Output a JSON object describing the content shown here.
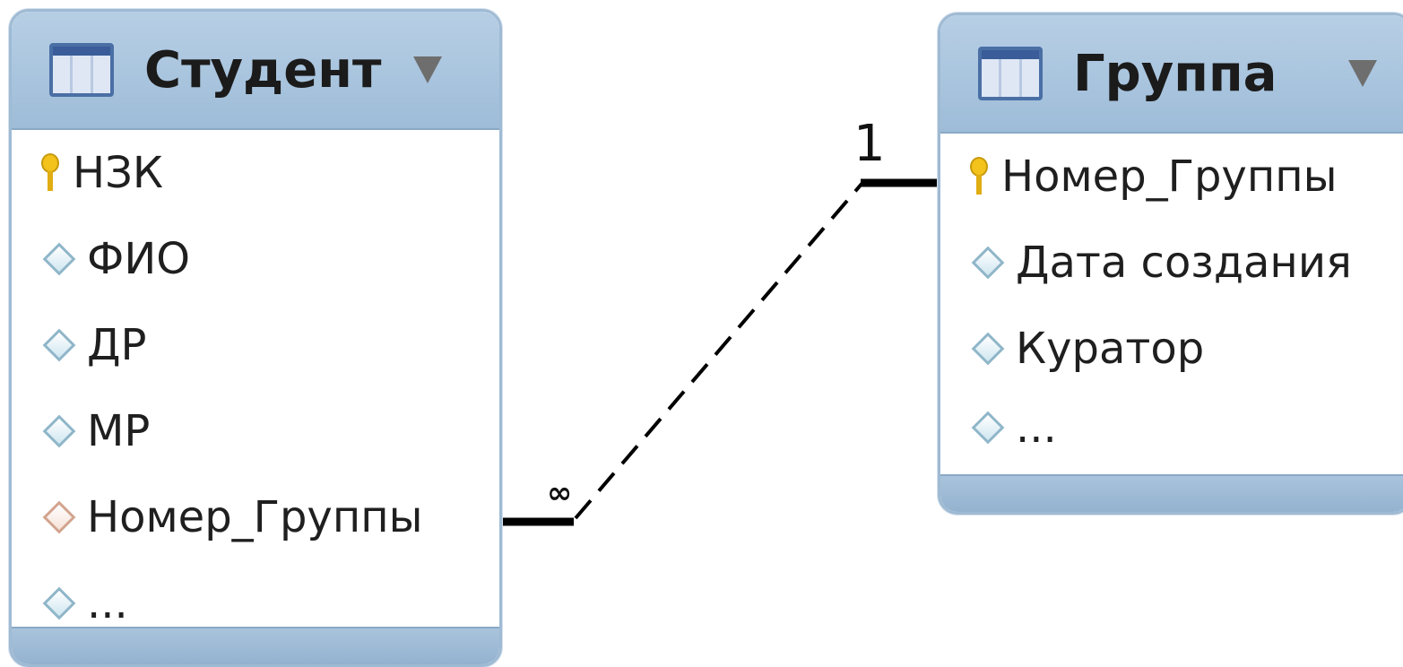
{
  "entities": {
    "student": {
      "title": "Студент",
      "attributes": [
        {
          "name": "НЗК",
          "kind": "primary-key"
        },
        {
          "name": "ФИО",
          "kind": "attribute"
        },
        {
          "name": "ДР",
          "kind": "attribute"
        },
        {
          "name": "МР",
          "kind": "attribute"
        },
        {
          "name": "Номер_Группы",
          "kind": "foreign-key"
        },
        {
          "name": "...",
          "kind": "attribute"
        }
      ]
    },
    "group": {
      "title": "Группа",
      "attributes": [
        {
          "name": "Номер_Группы",
          "kind": "primary-key"
        },
        {
          "name": "Дата создания",
          "kind": "attribute"
        },
        {
          "name": "Куратор",
          "kind": "attribute"
        },
        {
          "name": "...",
          "kind": "attribute"
        }
      ]
    }
  },
  "relationship": {
    "one_side_label": "1",
    "many_side_label": "∞",
    "line_style": "dashed"
  },
  "colors": {
    "header": "#9ebcd8",
    "border": "#9fbad3",
    "key": "#f3c21b",
    "attribute_diamond": "#8fb6c9",
    "foreign_key_diamond": "#d2a48e"
  },
  "icons": {
    "entity": "table-icon",
    "menu": "dropdown-triangle-icon",
    "primary_key": "key-icon",
    "attribute": "diamond-icon",
    "foreign_key": "fk-diamond-icon"
  }
}
